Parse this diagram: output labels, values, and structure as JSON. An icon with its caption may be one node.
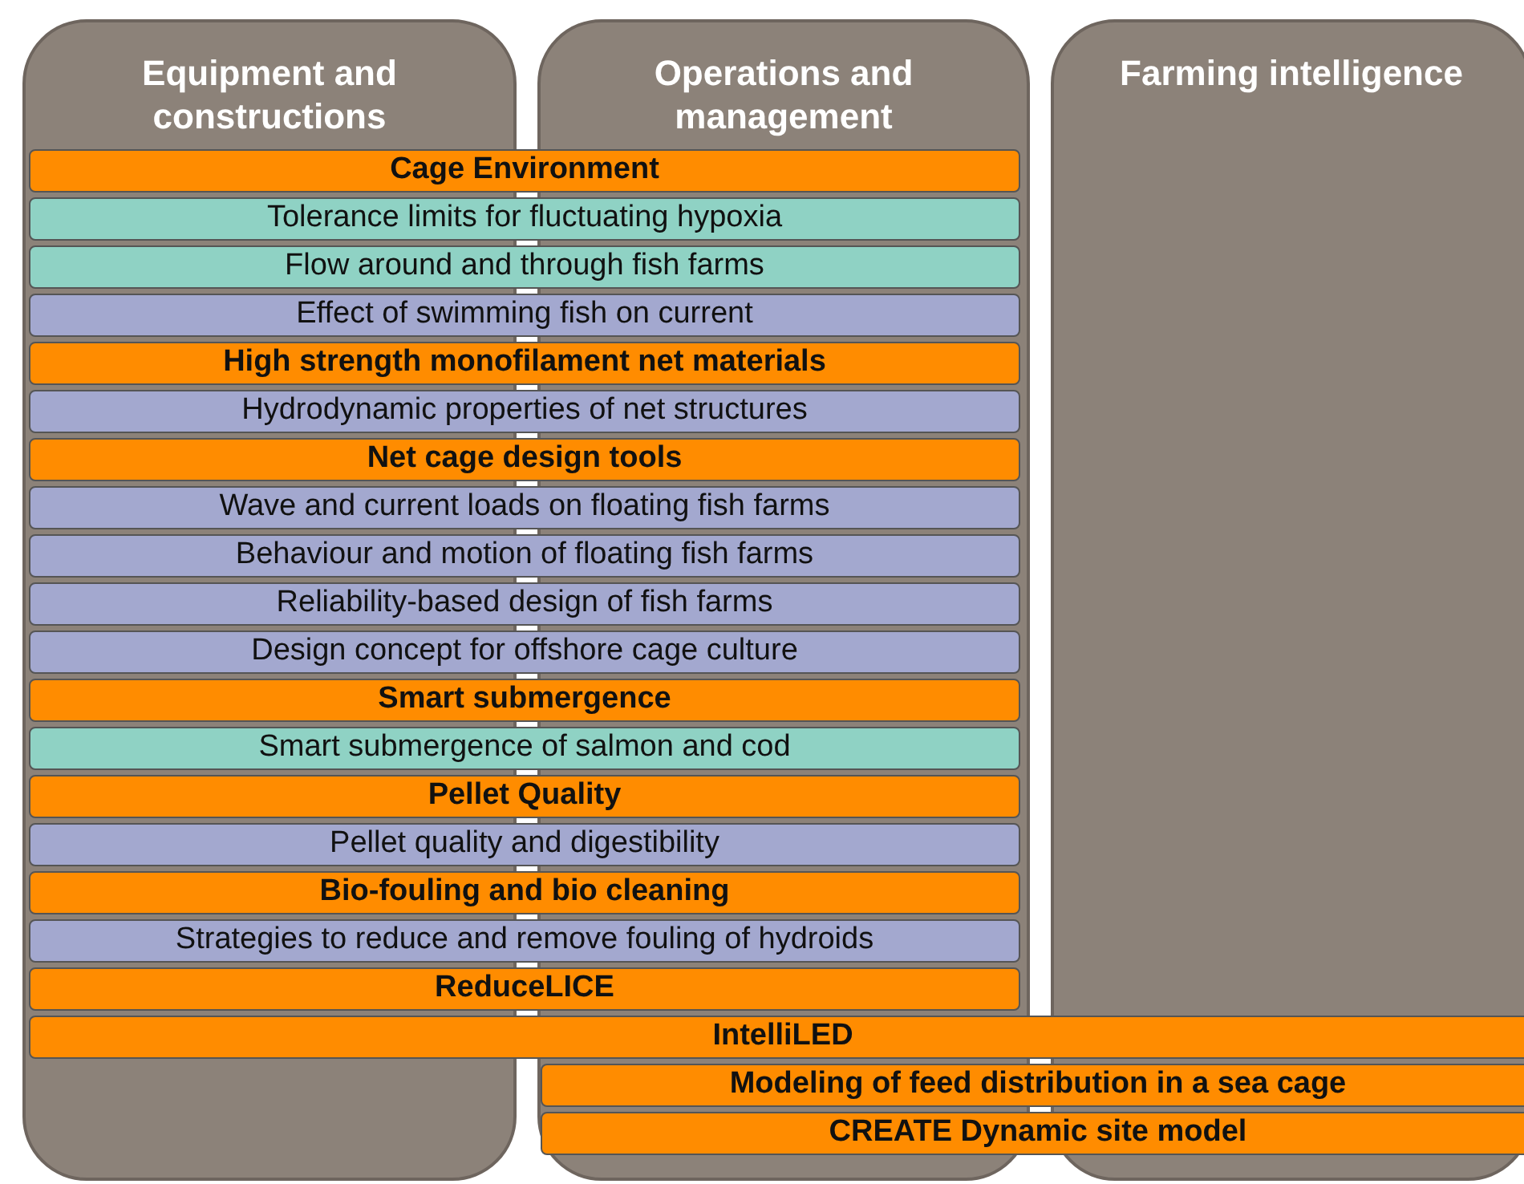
{
  "diagram": {
    "nodes": [
      {
        "text": [
          "Equipment and constructions"
        ]
      },
      {
        "text": [
          "Operations and management"
        ]
      },
      {
        "text": [
          "Farming intelligence"
        ]
      },
      {
        "text": [
          "Cage Environment"
        ]
      },
      {
        "text": [
          "Tolerance limits for fluctuating hypoxia"
        ]
      },
      {
        "text": [
          "Flow around and through fish farms"
        ]
      },
      {
        "text": [
          "Effect of swimming fish on current"
        ]
      },
      {
        "text": [
          "High strength monofilament net materials"
        ]
      },
      {
        "text": [
          "Hydrodynamic properties of net structures"
        ]
      },
      {
        "text": [
          "Net cage design tools"
        ]
      },
      {
        "text": [
          "Wave and current loads on floating fish farms"
        ]
      },
      {
        "text": [
          "Behaviour and motion of floating fish farms"
        ]
      },
      {
        "text": [
          "Reliability-based design of fish farms"
        ]
      },
      {
        "text": [
          "Design concept for offshore cage culture"
        ]
      },
      {
        "text": [
          "Smart submergence"
        ]
      },
      {
        "text": [
          "Smart submergence of salmon and cod"
        ]
      },
      {
        "text": [
          "Pellet Quality"
        ]
      },
      {
        "text": [
          "Pellet quality and digestibility"
        ]
      },
      {
        "text": [
          "Bio-fouling and bio cleaning"
        ]
      },
      {
        "text": [
          "Strategies to reduce and remove fouling of hydroids"
        ]
      },
      {
        "text": [
          "ReduceLICE"
        ]
      },
      {
        "text": [
          "IntelliLED"
        ]
      },
      {
        "text": [
          "Modeling of feed distribution in a sea cage"
        ]
      },
      {
        "text": [
          "CREATE Dynamic site model"
        ]
      }
    ]
  }
}
